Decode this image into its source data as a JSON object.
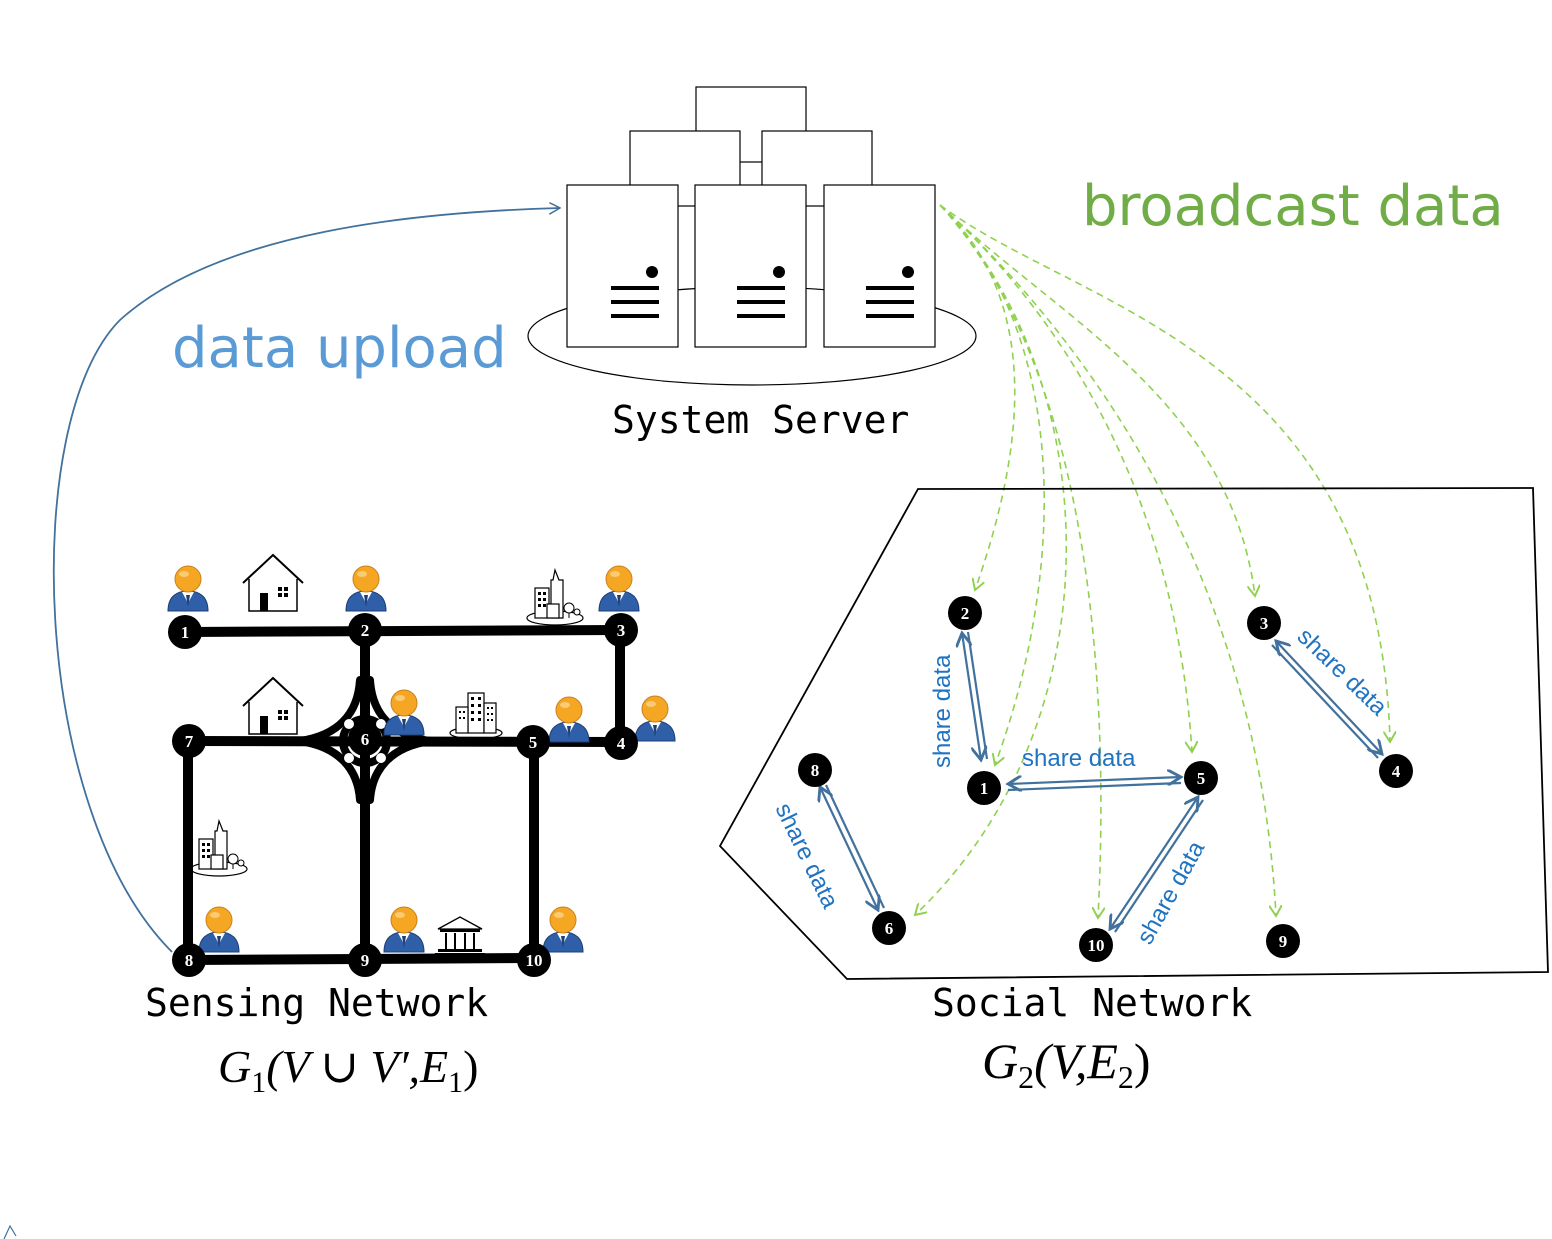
{
  "server": {
    "label": "System Server",
    "colors": {
      "stroke": "#000000",
      "fill": "#ffffff"
    }
  },
  "annotations": {
    "data_upload": {
      "text": "data upload",
      "color": "#5b9bd5"
    },
    "broadcast_data": {
      "text": "broadcast data",
      "color": "#70ad47"
    }
  },
  "sensing_network": {
    "title": "Sensing Network",
    "formula": {
      "G": "G",
      "sub1": "1",
      "body": "(V ∪ V′,E",
      "sub2": "1",
      "close": ")"
    },
    "nodes": [
      "1",
      "2",
      "3",
      "4",
      "5",
      "6",
      "7",
      "8",
      "9",
      "10"
    ],
    "icons": [
      "person-icon",
      "house-icon",
      "city-icon",
      "office-building-icon",
      "bank-icon"
    ]
  },
  "social_network": {
    "title": "Social Network",
    "formula": {
      "G": "G",
      "sub1": "2",
      "body": "(V,E",
      "sub2": "2",
      "close": ")"
    },
    "nodes": [
      "1",
      "2",
      "3",
      "4",
      "5",
      "6",
      "8",
      "9",
      "10"
    ],
    "edges": [
      {
        "from": "2",
        "to": "1",
        "label": "share data"
      },
      {
        "from": "1",
        "to": "5",
        "label": "share data"
      },
      {
        "from": "3",
        "to": "4",
        "label": "share data"
      },
      {
        "from": "8",
        "to": "6",
        "label": "share data"
      },
      {
        "from": "5",
        "to": "10",
        "label": "share data"
      }
    ]
  },
  "colors": {
    "upload_arrow": "#41719c",
    "broadcast_arrow": "#8fd14f",
    "share_arrow": "#41719c",
    "road": "#000000",
    "person_head": "#f5a623",
    "person_body": "#2e5fa8"
  }
}
